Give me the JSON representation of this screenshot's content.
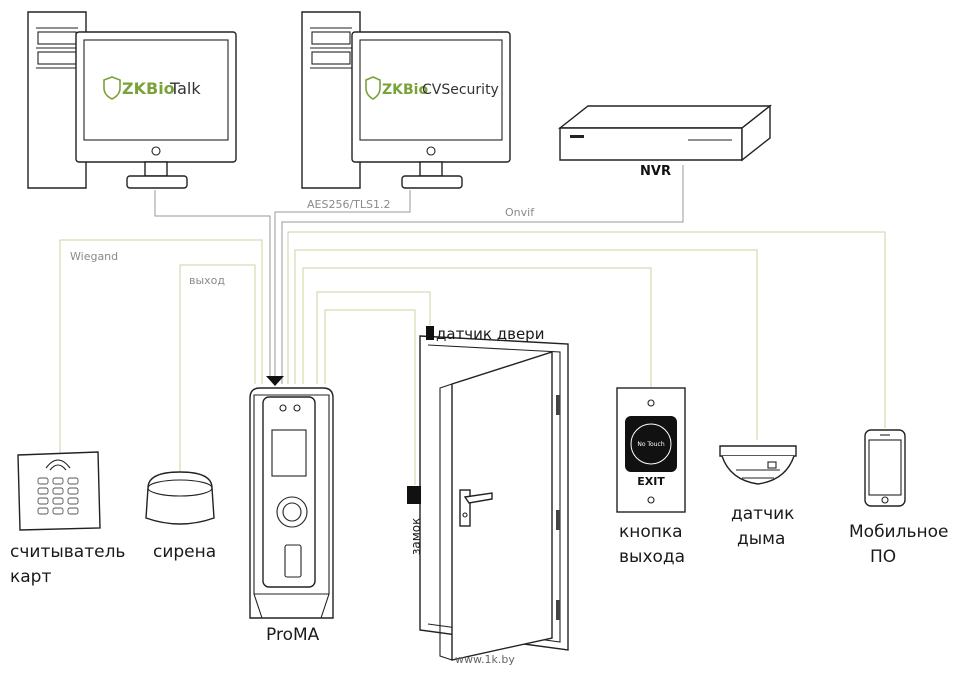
{
  "software": {
    "talk_brand": "ZKBio",
    "talk_name": "Talk",
    "cv_brand": "ZKBio",
    "cv_name": "CVSecurity"
  },
  "nvr_label": "NVR",
  "links": {
    "encryption": "AES256/TLS1.2",
    "onvif": "Onvif",
    "wiegand": "Wiegand",
    "output": "выход"
  },
  "devices": {
    "card_reader": [
      "считыватель",
      "карт"
    ],
    "siren": "сирена",
    "terminal": "ProMA",
    "door_sensor": "датчик двери",
    "lock": "замок",
    "exit_button": [
      "кнопка",
      "выхода"
    ],
    "exit_button_face": "No Touch",
    "exit_plate": "EXIT",
    "smoke_detector": [
      "датчик",
      "дыма"
    ],
    "mobile_app": [
      "Мобильное",
      "ПО"
    ]
  },
  "watermark": "www.1k.by",
  "colors": {
    "brand_green": "#7aa23a",
    "line_gray": "#9a9a9a",
    "line_green": "#c9d3a0"
  }
}
